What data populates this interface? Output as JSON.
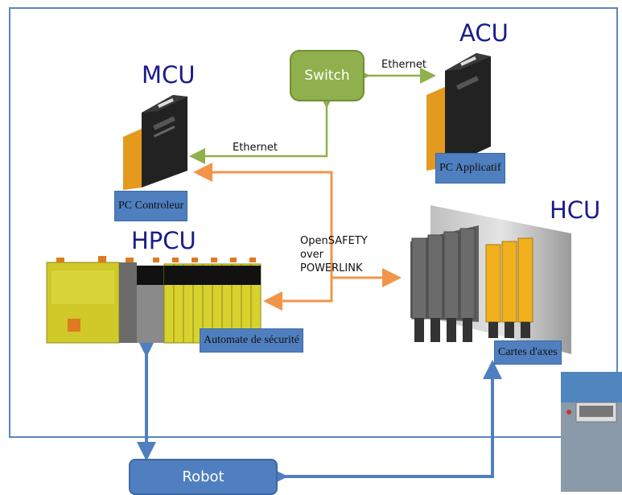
{
  "nodes": {
    "mcu": {
      "title": "MCU",
      "caption": "PC Controleur"
    },
    "acu": {
      "title": "ACU",
      "caption": "PC Applicatif"
    },
    "hpcu": {
      "title": "HPCU",
      "caption": "Automate de sécurité"
    },
    "hcu": {
      "title": "HCU",
      "caption": "Cartes d'axes"
    },
    "switch": {
      "label": "Switch"
    },
    "robot": {
      "label": "Robot"
    }
  },
  "links": {
    "ethernet_switch_acu": "Ethernet",
    "ethernet_mcu_switch": "Ethernet",
    "opensafety": [
      "OpenSAFETY",
      "over",
      "POWERLINK"
    ]
  },
  "colors": {
    "frame": "#5b86c2",
    "ethernet": "#8fb04d",
    "safety": "#f0964a",
    "robot_link": "#4f7fbf",
    "title": "#1a1a8c"
  }
}
